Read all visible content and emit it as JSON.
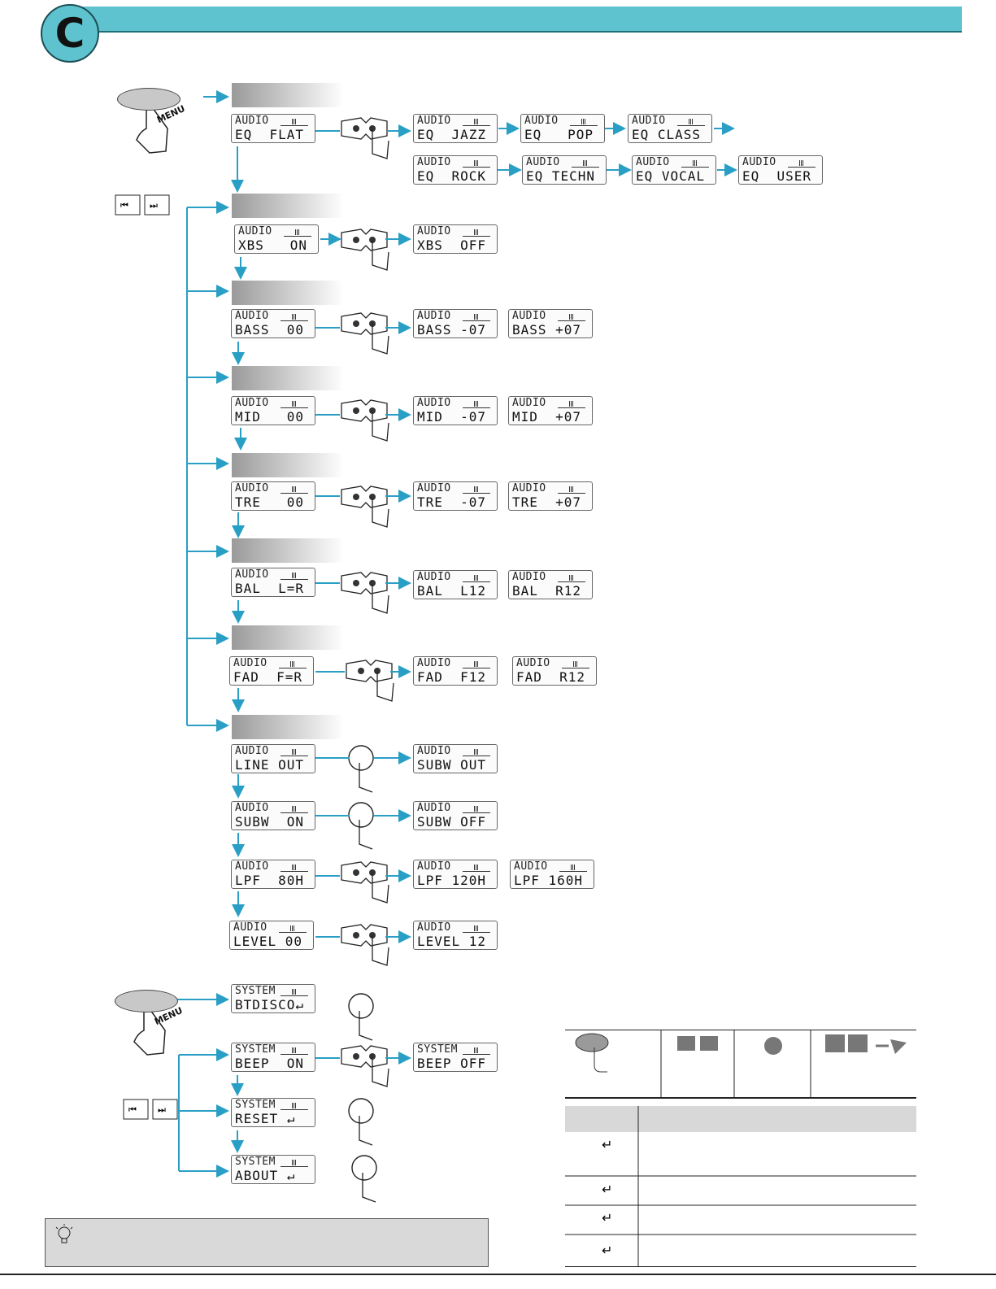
{
  "header": {
    "badge": "C"
  },
  "menu_label": "MENU",
  "audio_screens": [
    {
      "id": "eq-flat",
      "l1": "AUDIO",
      "l2": "EQ  FLAT"
    },
    {
      "id": "eq-jazz",
      "l1": "AUDIO",
      "l2": "EQ  JAZZ"
    },
    {
      "id": "eq-pop",
      "l1": "AUDIO",
      "l2": "EQ   POP"
    },
    {
      "id": "eq-class",
      "l1": "AUDIO",
      "l2": "EQ CLASS"
    },
    {
      "id": "eq-rock",
      "l1": "AUDIO",
      "l2": "EQ  ROCK"
    },
    {
      "id": "eq-techn",
      "l1": "AUDIO",
      "l2": "EQ TECHN"
    },
    {
      "id": "eq-vocal",
      "l1": "AUDIO",
      "l2": "EQ VOCAL"
    },
    {
      "id": "eq-user",
      "l1": "AUDIO",
      "l2": "EQ  USER"
    },
    {
      "id": "xbs-on",
      "l1": "AUDIO",
      "l2": "XBS   ON"
    },
    {
      "id": "xbs-off",
      "l1": "AUDIO",
      "l2": "XBS  OFF"
    },
    {
      "id": "bass-00",
      "l1": "AUDIO",
      "l2": "BASS  00"
    },
    {
      "id": "bass-m07",
      "l1": "AUDIO",
      "l2": "BASS -07"
    },
    {
      "id": "bass-p07",
      "l1": "AUDIO",
      "l2": "BASS +07"
    },
    {
      "id": "mid-00",
      "l1": "AUDIO",
      "l2": "MID   00"
    },
    {
      "id": "mid-m07",
      "l1": "AUDIO",
      "l2": "MID  -07"
    },
    {
      "id": "mid-p07",
      "l1": "AUDIO",
      "l2": "MID  +07"
    },
    {
      "id": "tre-00",
      "l1": "AUDIO",
      "l2": "TRE   00"
    },
    {
      "id": "tre-m07",
      "l1": "AUDIO",
      "l2": "TRE  -07"
    },
    {
      "id": "tre-p07",
      "l1": "AUDIO",
      "l2": "TRE  +07"
    },
    {
      "id": "bal-lr",
      "l1": "AUDIO",
      "l2": "BAL  L=R"
    },
    {
      "id": "bal-l12",
      "l1": "AUDIO",
      "l2": "BAL  L12"
    },
    {
      "id": "bal-r12",
      "l1": "AUDIO",
      "l2": "BAL  R12"
    },
    {
      "id": "fad-fr",
      "l1": "AUDIO",
      "l2": "FAD  F=R"
    },
    {
      "id": "fad-f12",
      "l1": "AUDIO",
      "l2": "FAD  F12"
    },
    {
      "id": "fad-r12",
      "l1": "AUDIO",
      "l2": "FAD  R12"
    },
    {
      "id": "line-out",
      "l1": "AUDIO",
      "l2": "LINE OUT"
    },
    {
      "id": "subw-out",
      "l1": "AUDIO",
      "l2": "SUBW OUT"
    },
    {
      "id": "subw-on",
      "l1": "AUDIO",
      "l2": "SUBW  ON"
    },
    {
      "id": "subw-off",
      "l1": "AUDIO",
      "l2": "SUBW OFF"
    },
    {
      "id": "lpf-80",
      "l1": "AUDIO",
      "l2": "LPF  80H"
    },
    {
      "id": "lpf-120",
      "l1": "AUDIO",
      "l2": "LPF 120H"
    },
    {
      "id": "lpf-160",
      "l1": "AUDIO",
      "l2": "LPF 160H"
    },
    {
      "id": "level-00",
      "l1": "AUDIO",
      "l2": "LEVEL 00"
    },
    {
      "id": "level-12",
      "l1": "AUDIO",
      "l2": "LEVEL 12"
    }
  ],
  "system_screens": [
    {
      "id": "bt-disco",
      "l1": "SYSTEM",
      "l2": "BTDISCO↵"
    },
    {
      "id": "beep-on",
      "l1": "SYSTEM",
      "l2": "BEEP  ON"
    },
    {
      "id": "beep-off",
      "l1": "SYSTEM",
      "l2": "BEEP OFF"
    },
    {
      "id": "reset",
      "l1": "SYSTEM",
      "l2": "RESET ↵"
    },
    {
      "id": "about",
      "l1": "SYSTEM",
      "l2": "ABOUT ↵"
    }
  ],
  "table_rows": [
    "↵",
    "↵",
    "↵",
    "↵"
  ],
  "colors": {
    "accent": "#5ec3cf",
    "arrow": "#2a9fc6"
  }
}
